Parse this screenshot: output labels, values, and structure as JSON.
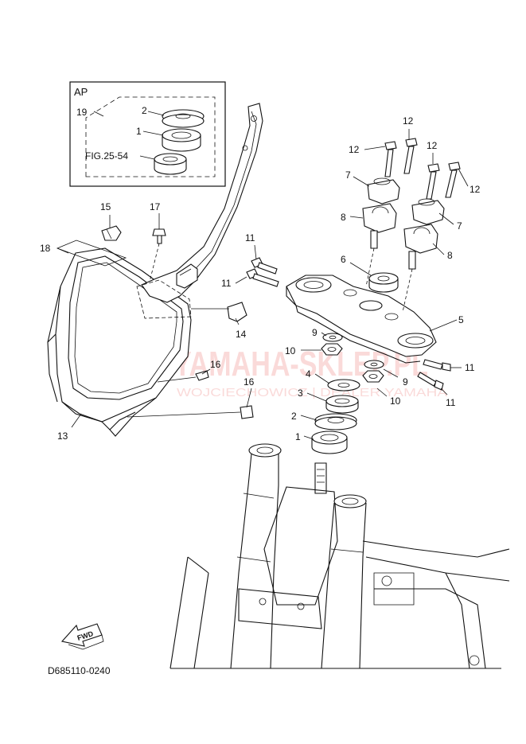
{
  "diagram": {
    "drawing_code": "D685110-0240",
    "inset": {
      "label": "AP",
      "reference": "FIG.25-54",
      "callouts": [
        "19",
        "2",
        "1"
      ]
    },
    "fwd_label": "FWD",
    "watermark": {
      "line1": "YAMAHA-SKLEP.PL",
      "line2": "WOJCIECHOWICZ | DEALER YAMAHA",
      "color": "#e53935"
    },
    "callouts": {
      "c1": "1",
      "c2": "2",
      "c3": "3",
      "c4": "4",
      "c5": "5",
      "c6": "6",
      "c7a": "7",
      "c7b": "7",
      "c8a": "8",
      "c8b": "8",
      "c9a": "9",
      "c9b": "9",
      "c10a": "10",
      "c10b": "10",
      "c11a": "11",
      "c11b": "11",
      "c11c": "11",
      "c11d": "11",
      "c12a": "12",
      "c12b": "12",
      "c12c": "12",
      "c12d": "12",
      "c13": "13",
      "c14": "14",
      "c15": "15",
      "c16a": "16",
      "c16b": "16",
      "c17": "17",
      "c18": "18"
    }
  }
}
